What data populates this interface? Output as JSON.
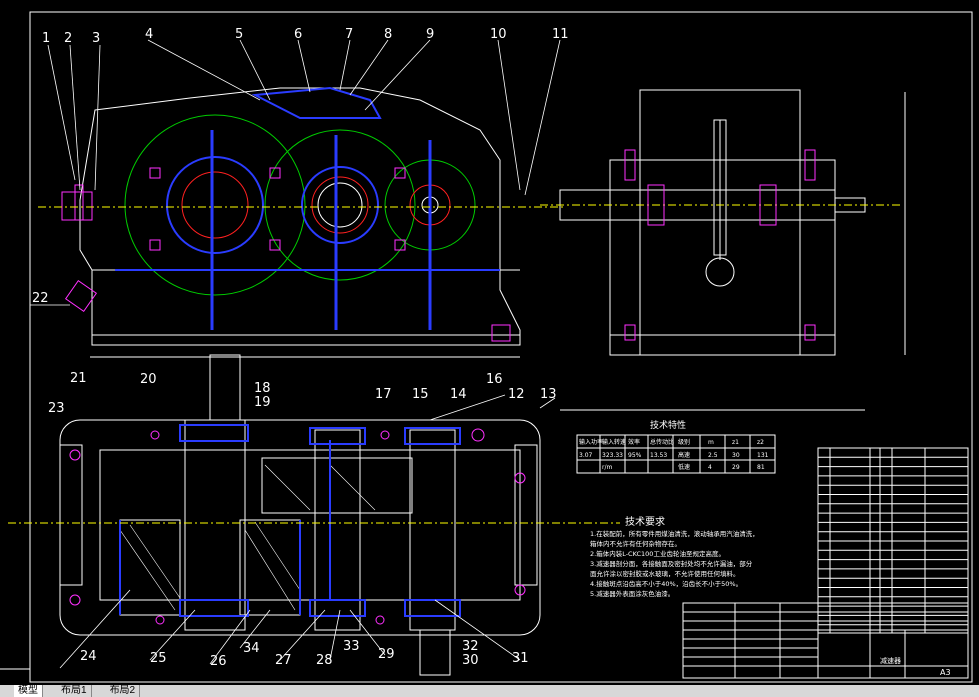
{
  "drawing": {
    "callouts_top": [
      "1",
      "2",
      "3",
      "4",
      "5",
      "6",
      "7",
      "8",
      "9",
      "10",
      "11"
    ],
    "callouts_left": [
      "22",
      "21",
      "20",
      "23"
    ],
    "callouts_mid": [
      "18",
      "19",
      "17",
      "15",
      "14",
      "16",
      "12",
      "13"
    ],
    "callouts_bottom": [
      "24",
      "25",
      "26",
      "34",
      "27",
      "28",
      "33",
      "29",
      "32",
      "30",
      "31"
    ],
    "char_title": "技术特性",
    "char_table": {
      "headers": [
        "输入功率",
        "输入转速",
        "效率",
        "总传动比",
        "级别",
        "m",
        "z1",
        "z2"
      ],
      "rows": [
        [
          "3.07",
          "323.33",
          "95%",
          "13.53",
          "高速",
          "2.5",
          "30",
          "131"
        ],
        [
          "",
          "r/m",
          "",
          "",
          "低速",
          "4",
          "29",
          "81"
        ]
      ]
    },
    "tech_title": "技术要求",
    "tech_lines": [
      "1.在装配前，所有零件用煤油清洗，滚动轴承用汽油清洗，",
      "   箱体内不允许有任何杂物存在。",
      "2.箱体内装L-CKC100工业齿轮油至规定高度。",
      "3.减速器剖分面，各接触面及密封处均不允许漏油，部分",
      "   面允许涂以密封胶或水玻璃，不允许使用任何填料。",
      "4.接触斑点沿齿高不小于40%，沿齿长不小于50%。",
      "5.减速器外表面涂灰色油漆。"
    ],
    "sheet_size": "A3",
    "title_block_label": "减速器"
  },
  "statusbar": {
    "tabs": [
      "模型",
      "布局1",
      "布局2"
    ]
  },
  "colors": {
    "bg": "#000000",
    "outline": "#ffffff",
    "gear_pitch": "#00cc00",
    "gear_root": "#ff2020",
    "blue_part": "#2a3cff",
    "magenta_bolt": "#ff30ff",
    "center_line": "#ffff00",
    "cyan_note": "#00ffff"
  }
}
